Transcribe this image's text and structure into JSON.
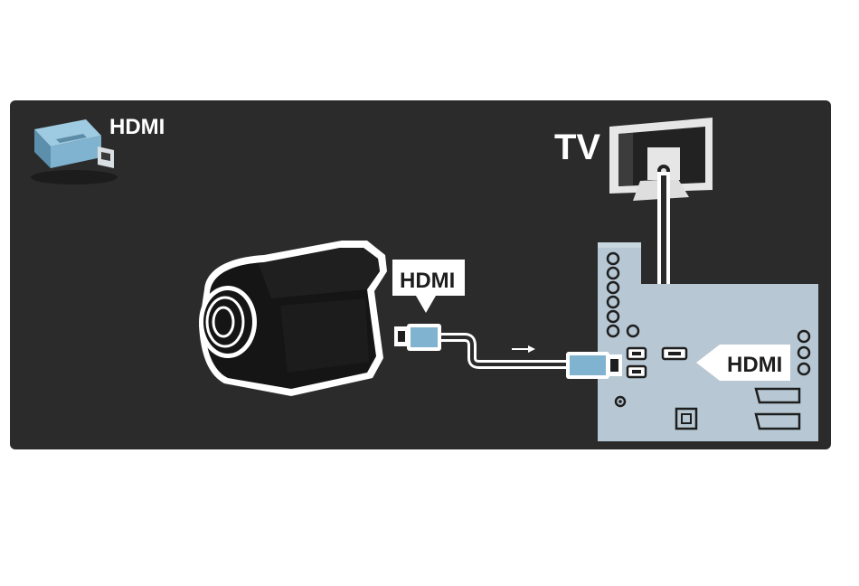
{
  "diagram": {
    "corner_label": "HDMI",
    "tv_label": "TV",
    "cable_label": "HDMI",
    "port_label": "HDMI",
    "corner_icon": "hdmi-connector-icon",
    "device_icon": "camcorder-icon",
    "colors": {
      "panel": "#2b2b2b",
      "tv_panel": "#b7c8d4",
      "connector": "#7fb3cf"
    }
  }
}
